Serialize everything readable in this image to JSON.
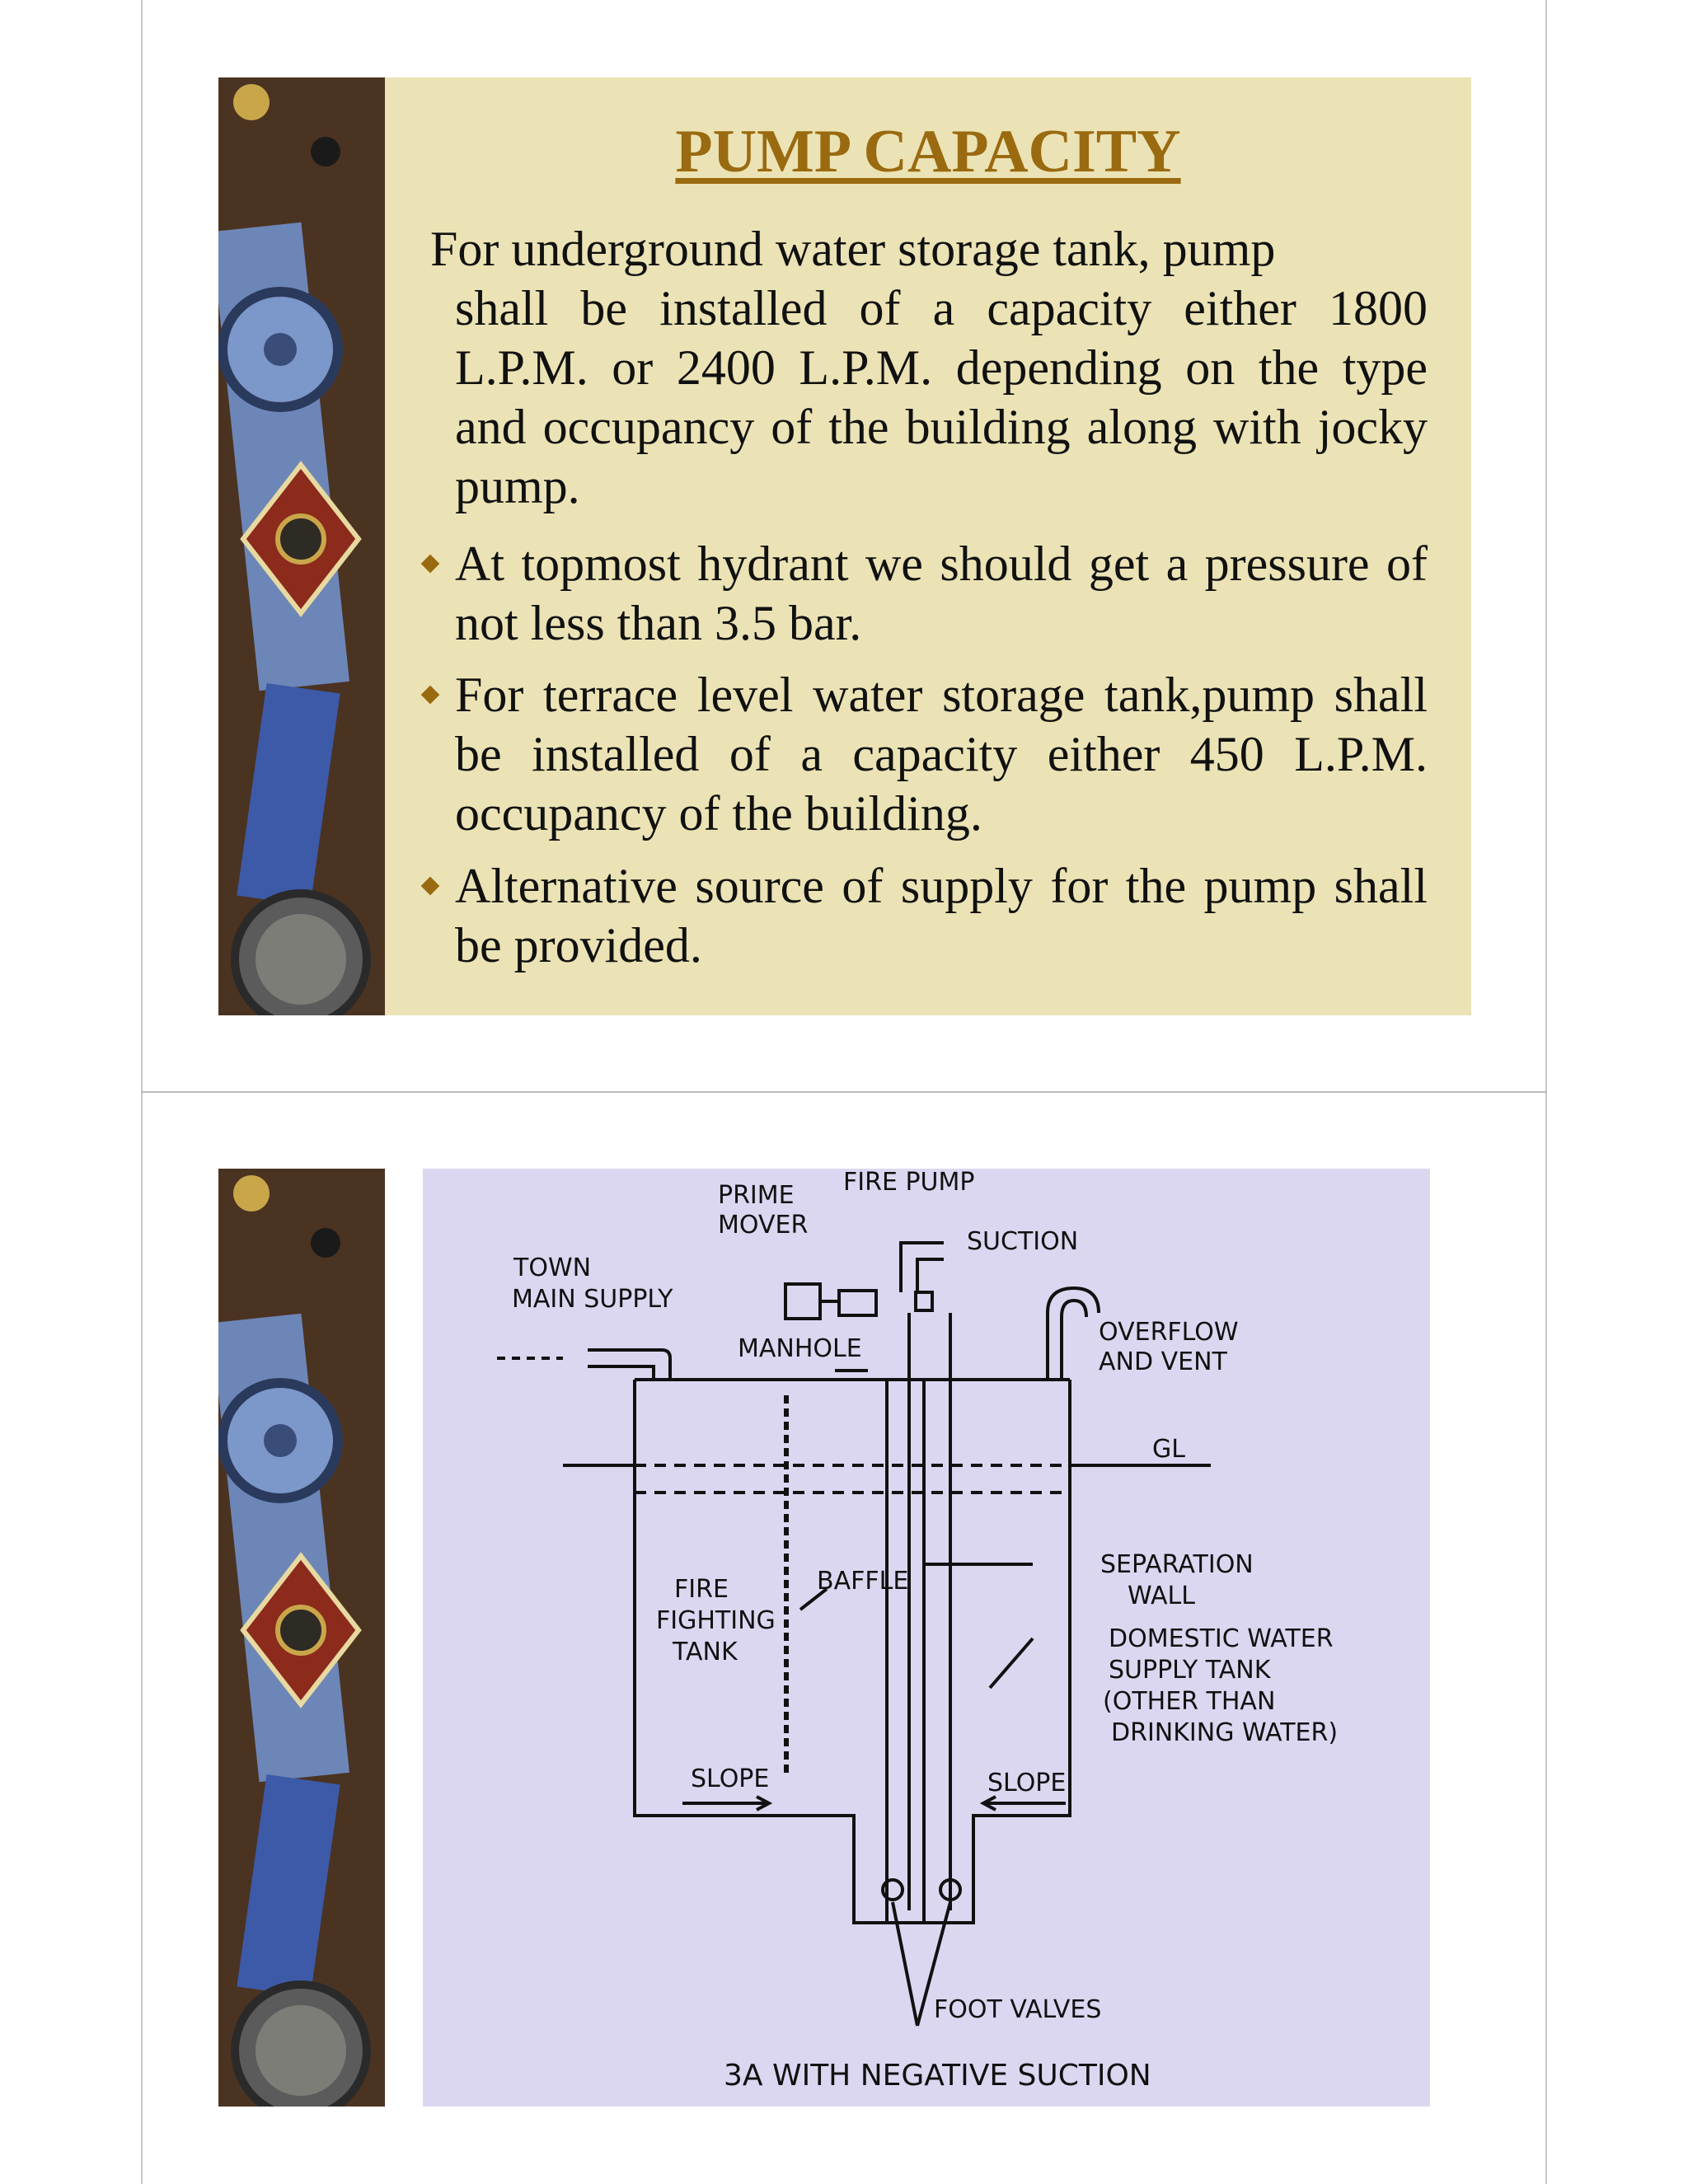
{
  "slide1": {
    "title": "PUMP CAPACITY",
    "intro_line1": "For underground water storage tank, pump",
    "intro_rest": "shall be installed of a capacity either 1800 L.P.M. or 2400 L.P.M. depending on the type and occupancy of the building along with jocky pump.",
    "bullets": [
      "At topmost hydrant we should get a pressure of not less than 3.5 bar.",
      "For terrace level water storage tank,pump shall be installed of a capacity either 450 L.P.M. occupancy of the building.",
      "Alternative source of supply for the pump shall be provided."
    ]
  },
  "slide2": {
    "labels": {
      "prime_mover_1": "PRIME",
      "prime_mover_2": "MOVER",
      "fire_pump": "FIRE PUMP",
      "suction": "SUCTION",
      "town_main_1": "TOWN",
      "town_main_2": "MAIN SUPPLY",
      "manhole": "MANHOLE",
      "overflow_1": "OVERFLOW",
      "overflow_2": "AND VENT",
      "gl": "GL",
      "separation_1": "SEPARATION",
      "separation_2": "WALL",
      "fire_tank_1": "FIRE",
      "fire_tank_2": "FIGHTING",
      "fire_tank_3": "TANK",
      "baffle": "BAFFLE",
      "domestic_1": "DOMESTIC WATER",
      "domestic_2": "SUPPLY TANK",
      "domestic_3": "(OTHER THAN",
      "domestic_4": "DRINKING WATER)",
      "slope_left": "SLOPE",
      "slope_right": "SLOPE",
      "foot_valves": "FOOT VALVES",
      "caption": "3A WITH NEGATIVE SUCTION"
    }
  }
}
